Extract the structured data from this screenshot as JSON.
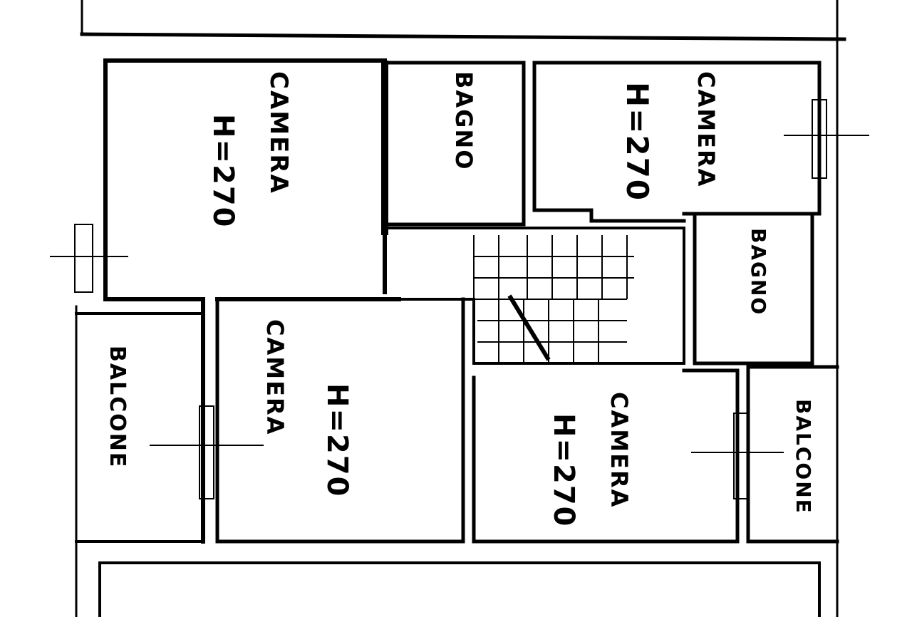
{
  "plan": {
    "rooms": [
      {
        "id": "camera-top-left",
        "name": "CAMERA",
        "height": "H=270"
      },
      {
        "id": "bagno-top",
        "name": "BAGNO"
      },
      {
        "id": "camera-top-right",
        "name": "CAMERA",
        "height": "H=270"
      },
      {
        "id": "bagno-right",
        "name": "BAGNO"
      },
      {
        "id": "balcone-left",
        "name": "BALCONE"
      },
      {
        "id": "camera-bottom-left",
        "name": "CAMERA",
        "height": "H=270"
      },
      {
        "id": "camera-bottom-right",
        "name": "CAMERA",
        "height": "H=270"
      },
      {
        "id": "balcone-right",
        "name": "BALCONE"
      }
    ],
    "ink_color": "#000000",
    "paper_color": "#ffffff"
  }
}
